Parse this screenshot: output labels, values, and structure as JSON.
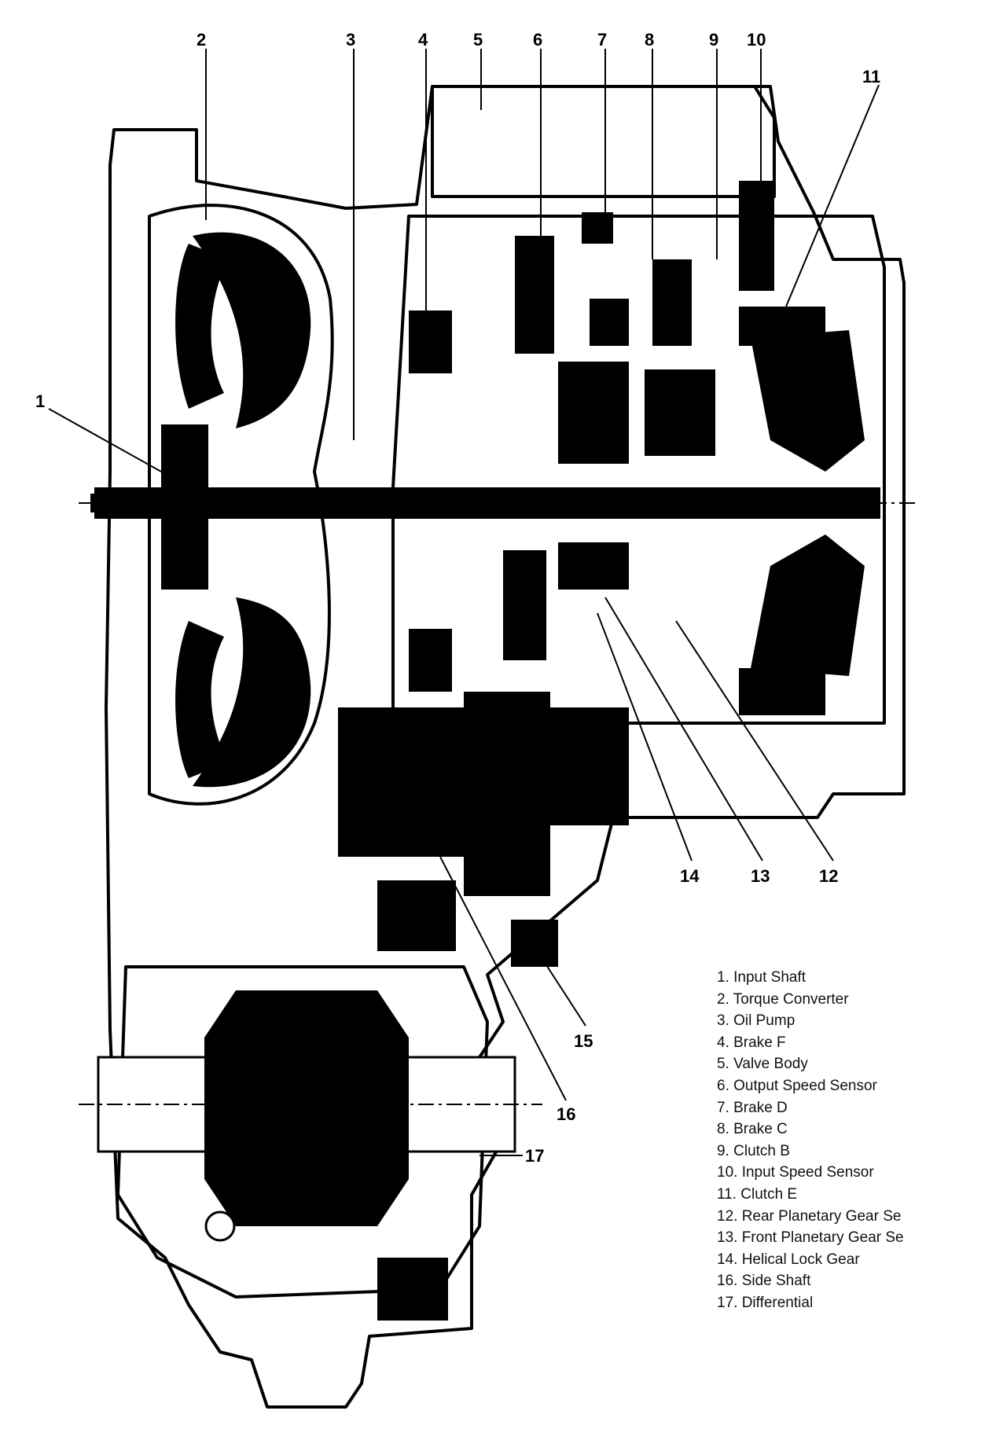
{
  "callouts": [
    "1",
    "2",
    "3",
    "4",
    "5",
    "6",
    "7",
    "8",
    "9",
    "10",
    "11",
    "12",
    "13",
    "14",
    "15",
    "16",
    "17"
  ],
  "legend": [
    "1. Input Shaft",
    "2. Torque Converter",
    "3. Oil Pump",
    "4. Brake F",
    "5. Valve Body",
    "6. Output Speed Sensor",
    "7. Brake D",
    "8. Brake C",
    "9. Clutch B",
    "10. Input Speed Sensor",
    "11. Clutch E",
    "12. Rear Planetary Gear Se",
    "13. Front Planetary Gear Se",
    "14. Helical Lock Gear",
    "16. Side Shaft",
    "17. Differential"
  ],
  "colors": {
    "ink": "#000000",
    "paper": "#ffffff"
  }
}
